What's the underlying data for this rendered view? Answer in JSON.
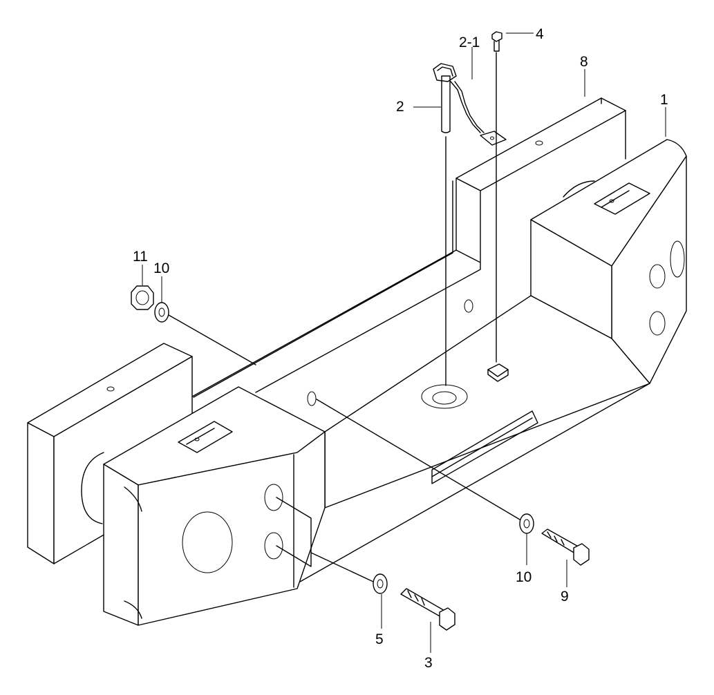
{
  "diagram": {
    "callouts": [
      "1",
      "2",
      "2-1",
      "3",
      "4",
      "5",
      "8",
      "9",
      "10",
      "10",
      "11"
    ]
  }
}
